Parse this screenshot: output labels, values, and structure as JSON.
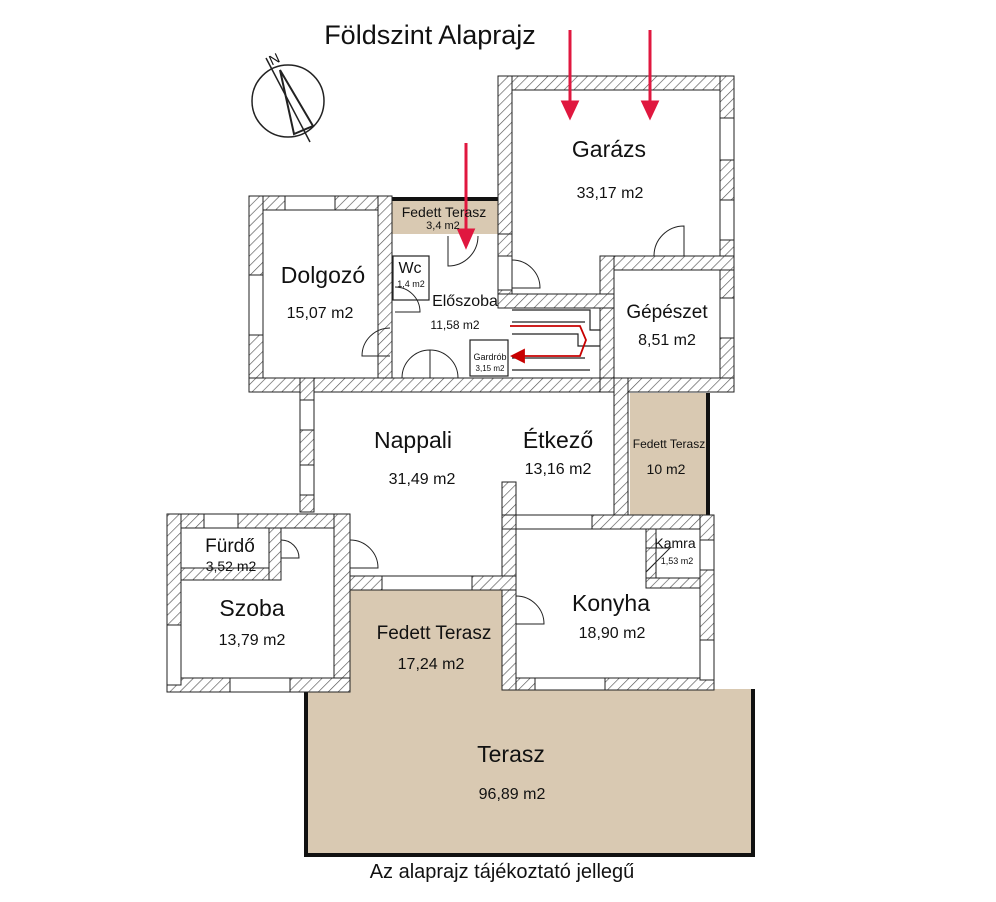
{
  "title": "Földszint Alaprajz",
  "footer": "Az alaprajz tájékoztató jellegű",
  "colors": {
    "wall_hatch": "#555555",
    "terrace_fill": "#d9c9b2",
    "arrow": "#e0173f",
    "stair_arrow": "#c80000"
  },
  "rooms": {
    "garazs": {
      "name": "Garázs",
      "area": "33,17 m2"
    },
    "fedett_terasz_top": {
      "name": "Fedett Terasz",
      "area": "3,4 m2"
    },
    "dolgozo": {
      "name": "Dolgozó",
      "area": "15,07 m2"
    },
    "wc": {
      "name": "Wc",
      "area": "1,4 m2"
    },
    "eloszoba": {
      "name": "Előszoba",
      "area": "11,58 m2"
    },
    "gardrob": {
      "name": "Gardrób",
      "area": "3,15 m2"
    },
    "gepeszet": {
      "name": "Gépészet",
      "area": "8,51 m2"
    },
    "nappali": {
      "name": "Nappali",
      "area": "31,49 m2"
    },
    "etkezo": {
      "name": "Étkező",
      "area": "13,16 m2"
    },
    "fedett_terasz_right": {
      "name": "Fedett Terasz",
      "area": "10 m2"
    },
    "furdo": {
      "name": "Fürdő",
      "area": "3,52 m2"
    },
    "szoba": {
      "name": "Szoba",
      "area": "13,79 m2"
    },
    "kamra": {
      "name": "Kamra",
      "area": "1,53 m2"
    },
    "konyha": {
      "name": "Konyha",
      "area": "18,90 m2"
    },
    "fedett_terasz_main": {
      "name": "Fedett Terasz",
      "area": "17,24 m2"
    },
    "terasz": {
      "name": "Terasz",
      "area": "96,89 m2"
    }
  },
  "compass": {
    "label": "N"
  }
}
